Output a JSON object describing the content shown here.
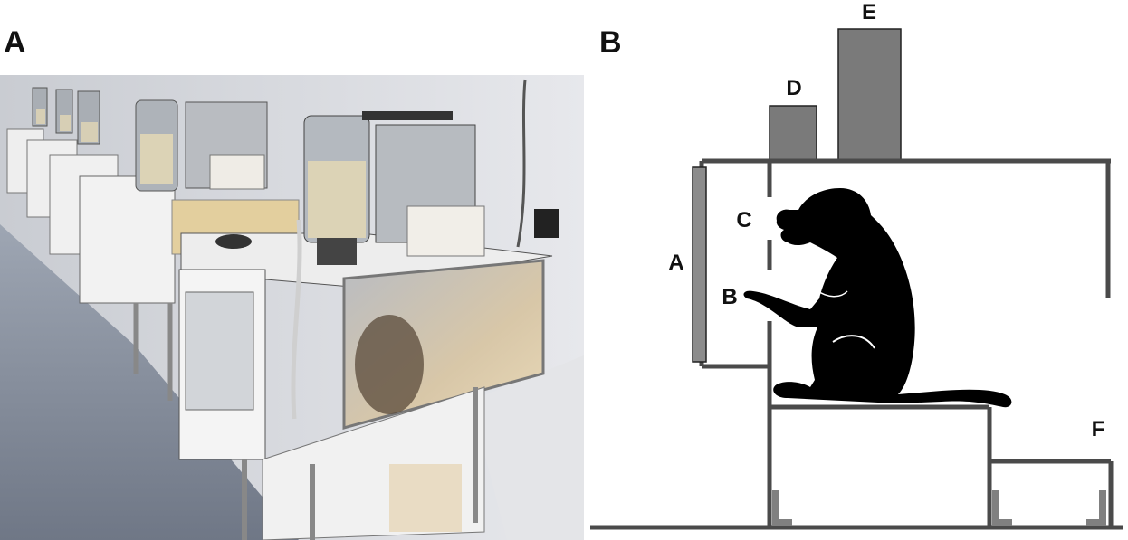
{
  "panels": {
    "a": {
      "letter": "A"
    },
    "b": {
      "letter": "B"
    }
  },
  "diagram_labels": {
    "screen": "A",
    "hand_slot": "B",
    "head_opening": "C",
    "dispenser_small": "D",
    "dispenser_large": "E",
    "step": "F"
  },
  "colors": {
    "structure": "#4a4a4a",
    "dispenser_fill": "#7a7a7a",
    "screen_fill": "#8c8c8c",
    "silhouette": "#000000",
    "corner_bracket": "#808080"
  }
}
